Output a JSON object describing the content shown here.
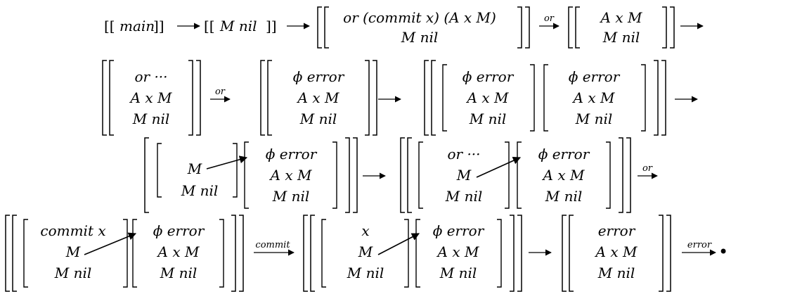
{
  "figure": {
    "main": "main",
    "m_nil": "M nil",
    "or_commit": "or (commit x) (A x M)",
    "a_x_m": "A x M",
    "or_dots": "or ···",
    "phi_error": "ϕ error",
    "m": "M",
    "commit_x": "commit x",
    "x": "x",
    "error": "error",
    "label_or": "or",
    "label_commit": "commit",
    "label_error": "error",
    "bullet": "•"
  }
}
